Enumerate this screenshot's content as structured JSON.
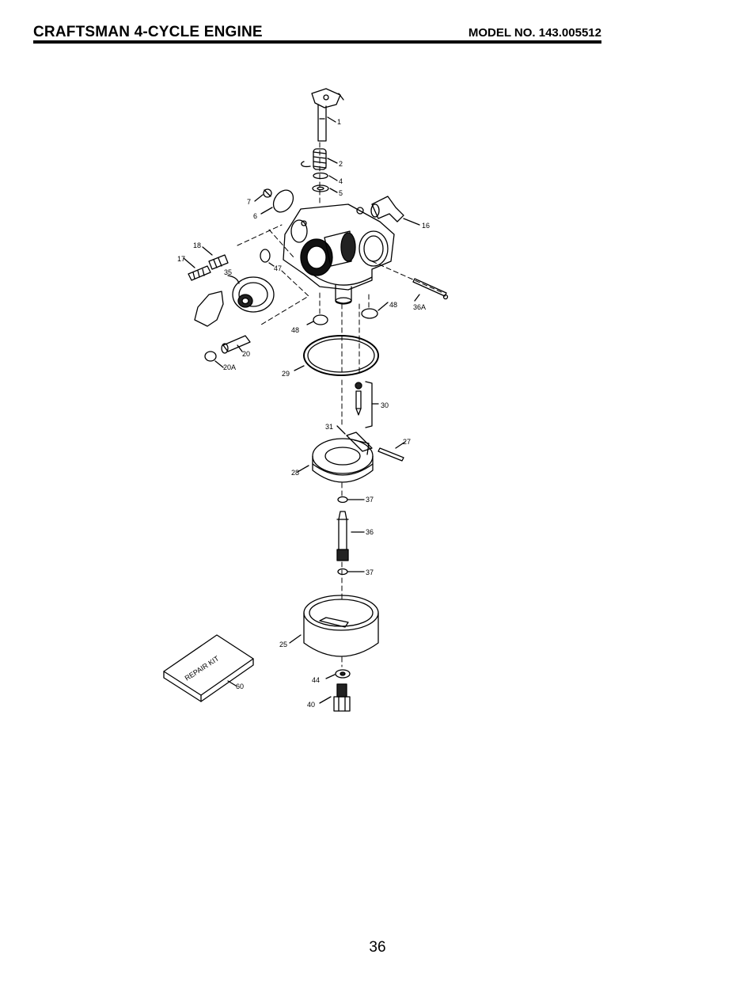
{
  "header": {
    "title": "CRAFTSMAN 4-CYCLE ENGINE",
    "model": "MODEL NO. 143.005512"
  },
  "parts": {
    "p1": "1",
    "p2": "2",
    "p4": "4",
    "p5": "5",
    "p6": "6",
    "p7": "7",
    "p16": "16",
    "p17": "17",
    "p18": "18",
    "p20": "20",
    "p20a": "20A",
    "p25": "25",
    "p27": "27",
    "p28": "28",
    "p29": "29",
    "p30": "30",
    "p31": "31",
    "p35": "35",
    "p36": "36",
    "p36a": "36A",
    "p37a": "37",
    "p37b": "37",
    "p40": "40",
    "p44": "44",
    "p47": "47",
    "p48a": "48",
    "p48b": "48",
    "p60": "60"
  },
  "repair_kit_label": "REPAIR KIT",
  "page_number": "36"
}
